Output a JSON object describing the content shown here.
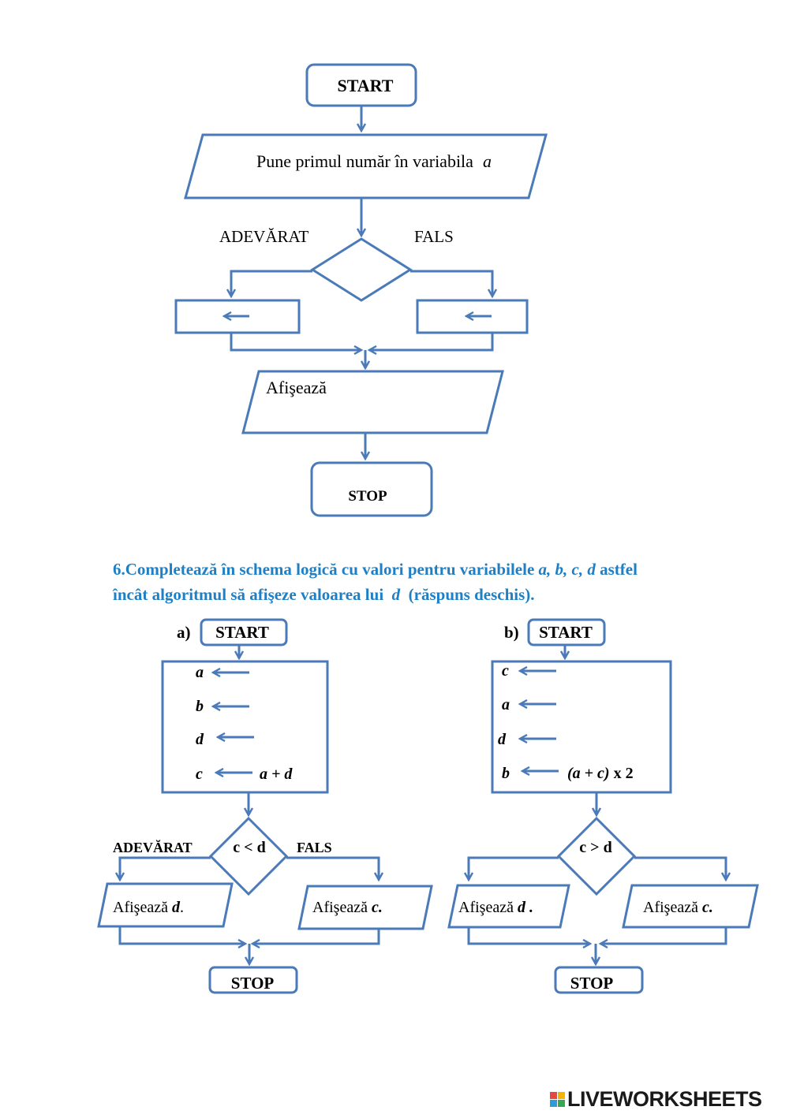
{
  "colors": {
    "stroke": "#4a7ab8",
    "accent_text": "#1f7fc4",
    "text": "#000000",
    "logo": [
      "#e8483c",
      "#f4b400",
      "#2e9bd6",
      "#34a853"
    ]
  },
  "flow1": {
    "start": "START",
    "input": "Pune primul număr în variabila",
    "input_var": "a",
    "true_label": "ADEVĂRAT",
    "false_label": "FALS",
    "output": "Afişează",
    "stop": "STOP"
  },
  "instruction": {
    "number": "6.",
    "line1_start": "Completează în schema logică cu valori pentru variabilele",
    "vars": "a, b, c, d",
    "line1_end": "astfel",
    "line2_start": "încât algoritmul să afişeze valoarea lui",
    "var_d": "d",
    "line2_end": "(răspuns deschis)."
  },
  "flow_a": {
    "label": "a)",
    "start": "START",
    "assignments": [
      {
        "var": "a",
        "expr": ""
      },
      {
        "var": "b",
        "expr": ""
      },
      {
        "var": "d",
        "expr": ""
      },
      {
        "var": "c",
        "expr": "a + d"
      }
    ],
    "condition": "c < d",
    "true_label": "ADEVĂRAT",
    "false_label": "FALS",
    "out_true_prefix": "Afişează",
    "out_true_var": "d",
    "out_true_suffix": ".",
    "out_false_prefix": "Afişează",
    "out_false_var": "c.",
    "stop": "STOP"
  },
  "flow_b": {
    "label": "b)",
    "start": "START",
    "assignments": [
      {
        "var": "c",
        "expr": ""
      },
      {
        "var": "a",
        "expr": ""
      },
      {
        "var": "d",
        "expr": ""
      },
      {
        "var": "b",
        "expr": "(a + c)",
        "expr_suffix": " x 2"
      }
    ],
    "condition": "c > d",
    "out_left_prefix": "Afişează",
    "out_left_var": "d .",
    "out_right_prefix": "Afişează",
    "out_right_var": "c.",
    "stop": "STOP"
  },
  "brand": {
    "text": "LIVEWORKSHEETS"
  }
}
